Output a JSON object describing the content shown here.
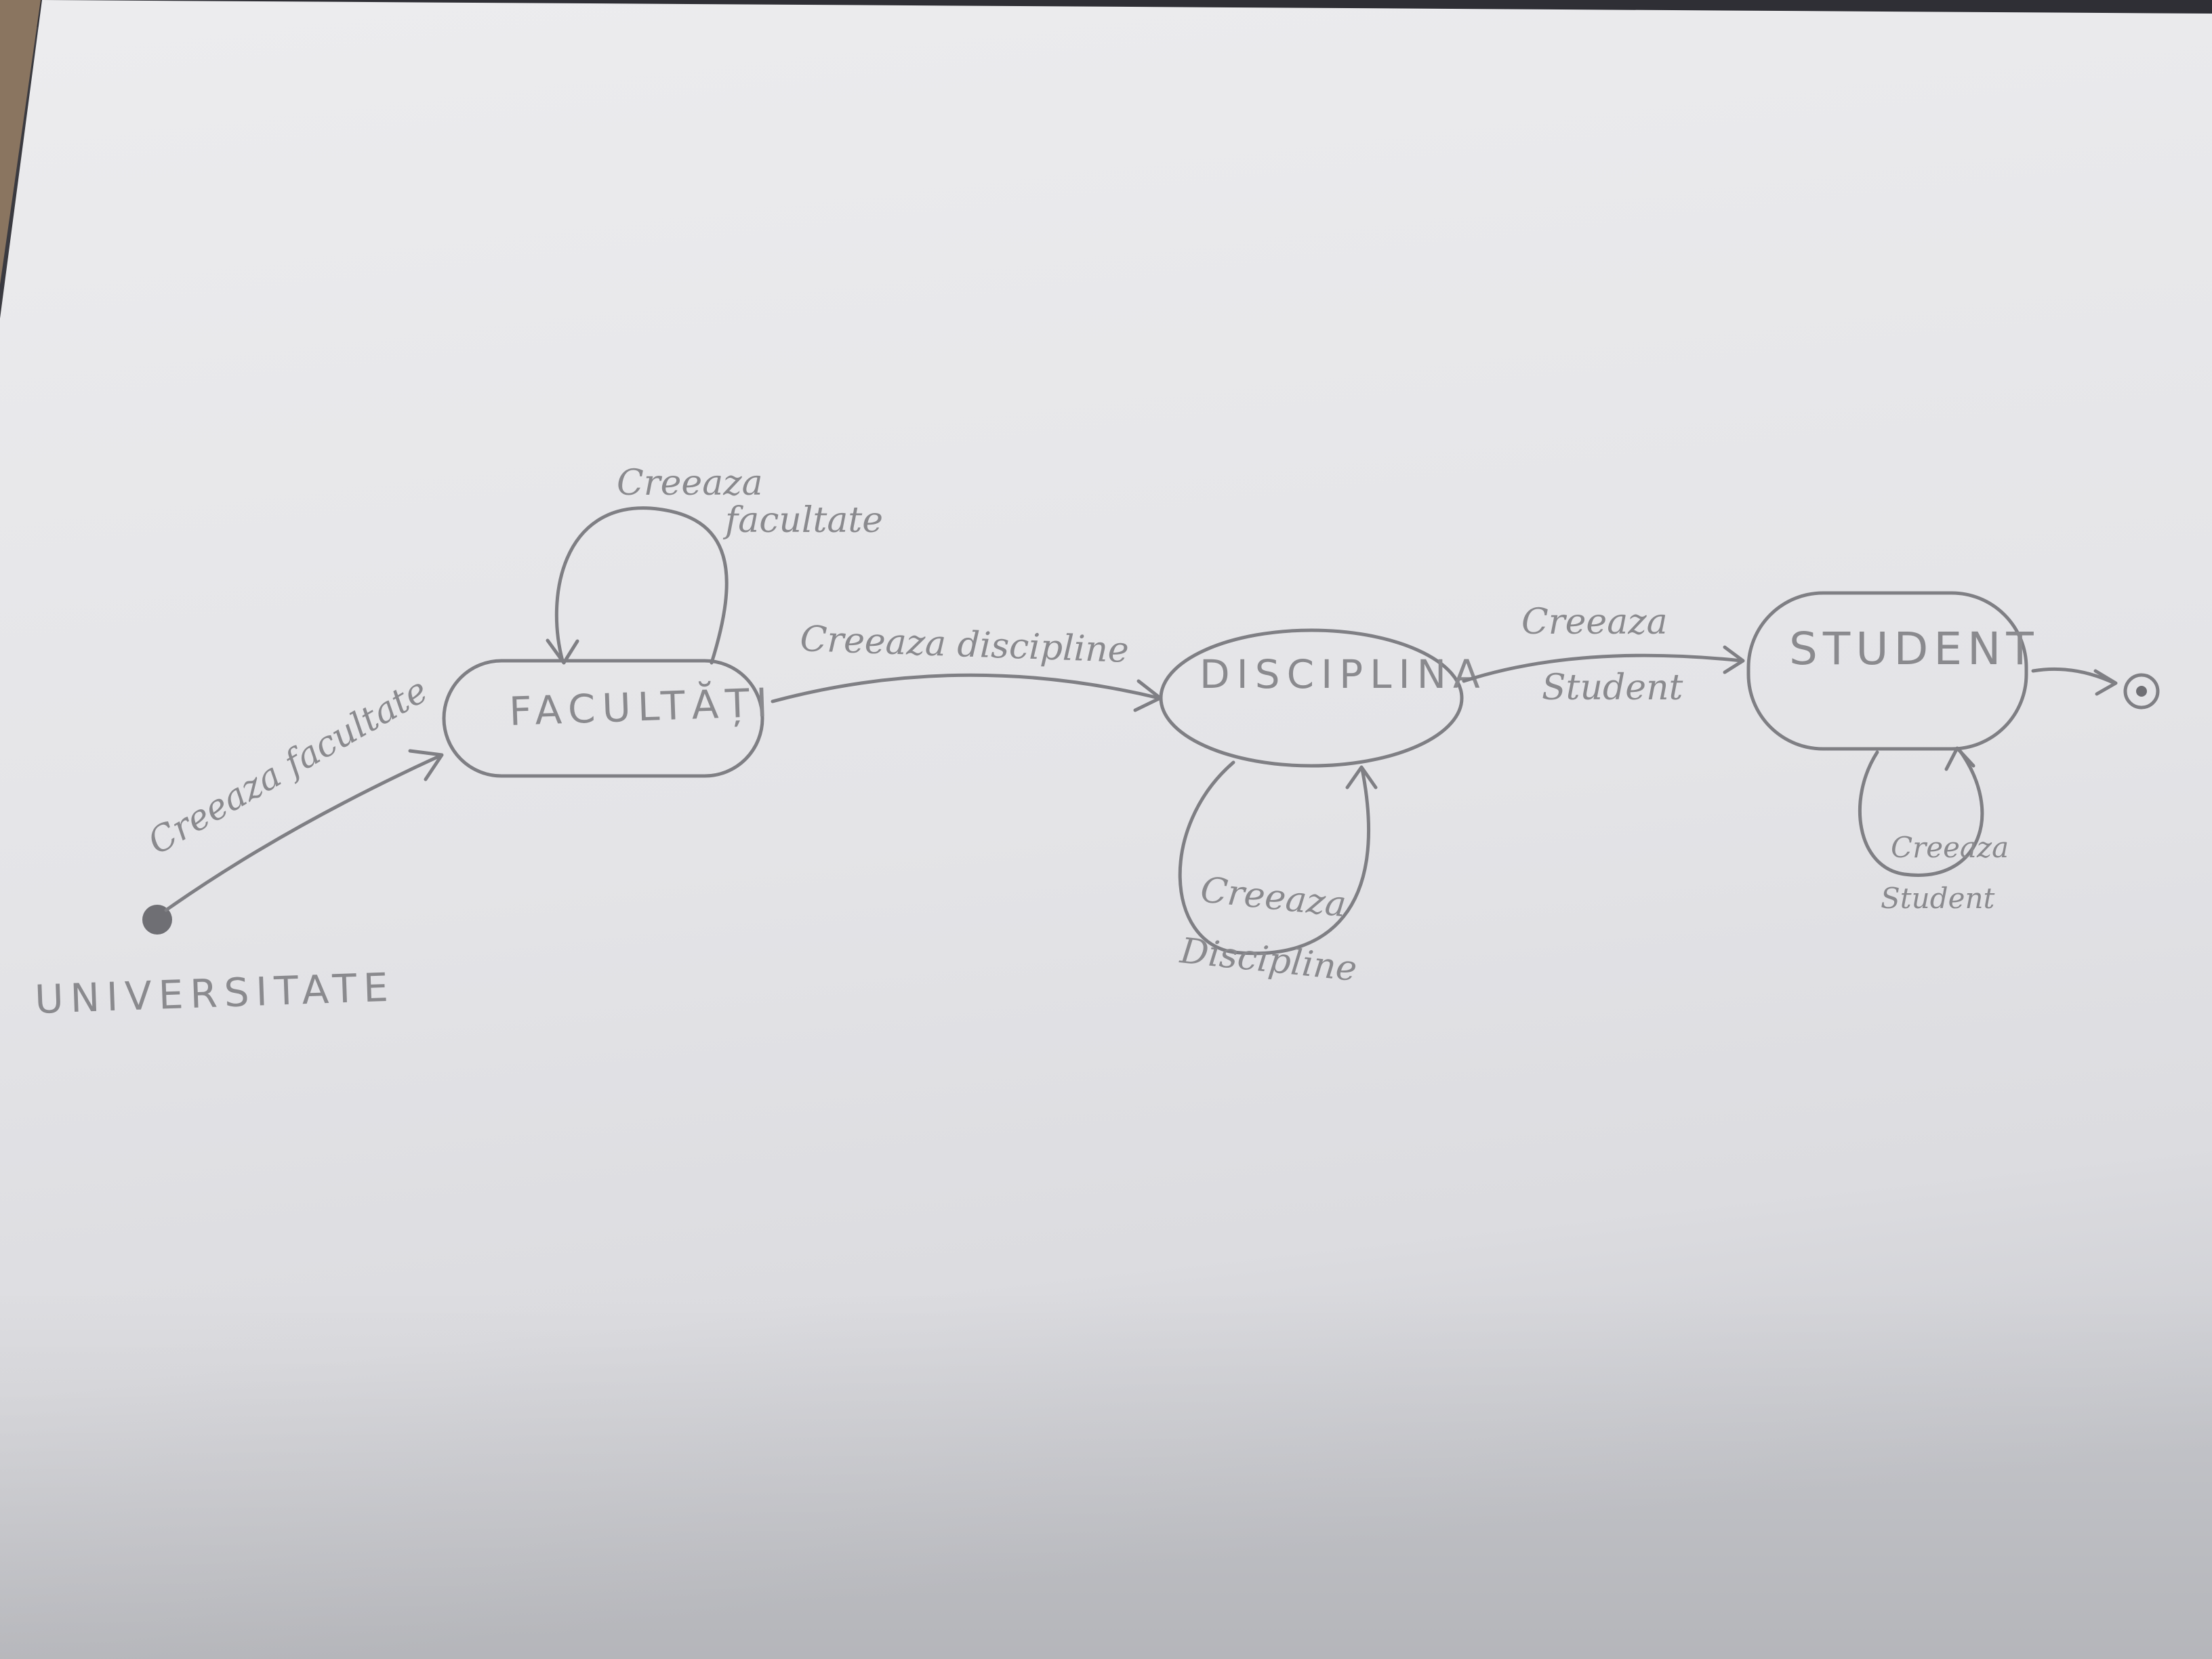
{
  "diagram": {
    "initial_state": {
      "label": "UNIVERSITATE"
    },
    "states": [
      {
        "id": "facultati",
        "label": "FACULTĂȚI"
      },
      {
        "id": "disciplina",
        "label": "DISCIPLINA"
      },
      {
        "id": "student",
        "label": "STUDENT"
      }
    ],
    "transitions": [
      {
        "from": "initial",
        "to": "facultati",
        "label": "Creeaza facultate"
      },
      {
        "from": "facultati",
        "to": "facultati",
        "label_lines": [
          "Creeaza",
          "facultate"
        ]
      },
      {
        "from": "facultati",
        "to": "disciplina",
        "label": "Creeaza discipline"
      },
      {
        "from": "disciplina",
        "to": "disciplina",
        "label_lines": [
          "Creeaza",
          "Discipline"
        ]
      },
      {
        "from": "disciplina",
        "to": "student",
        "label_lines": [
          "Creeaza",
          "Student"
        ]
      },
      {
        "from": "student",
        "to": "student",
        "label_lines": [
          "Creeaza",
          "Student"
        ]
      },
      {
        "from": "student",
        "to": "final"
      }
    ]
  }
}
